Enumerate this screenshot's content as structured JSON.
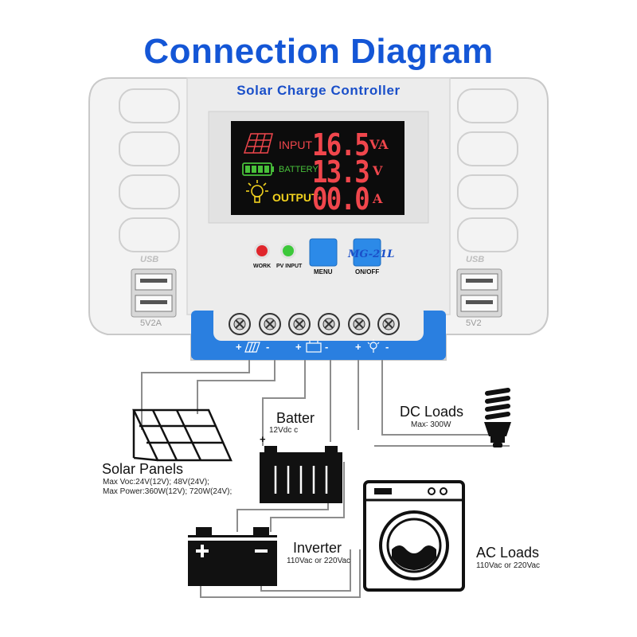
{
  "title": "Connection Diagram",
  "controller": {
    "title": "Solar Charge Controller",
    "model": "MG-21L",
    "display": {
      "rows": [
        {
          "label": "INPUT",
          "value": "16.5",
          "unit": "VA",
          "label_color": "#f0464c"
        },
        {
          "label": "BATTERY",
          "value": "13.3",
          "unit": "V",
          "label_color": "#48c03a"
        },
        {
          "label": "OUTPUT",
          "value": "00.0",
          "unit": "A",
          "label_color": "#f2d21e"
        }
      ]
    },
    "leds": [
      {
        "label": "WORK",
        "color": "#e0262c"
      },
      {
        "label": "PV INPUT",
        "color": "#3cc83a"
      }
    ],
    "buttons": [
      {
        "label": "MENU",
        "color": "#2c8ae8"
      },
      {
        "label": "ON/OFF",
        "color": "#2c8ae8"
      }
    ],
    "usb_left": {
      "logo": "USB",
      "voltage": "5V2A"
    },
    "usb_right": {
      "logo": "USB",
      "voltage": "5V2"
    },
    "terminal_signs": {
      "plus": "+",
      "minus": "-"
    }
  },
  "components": {
    "solar": {
      "name": "Solar Panels",
      "spec1": "Max Voc:24V(12V); 48V(24V);",
      "spec2": "Max Power:360W(12V); 720W(24V);"
    },
    "battery": {
      "name": "Batter",
      "spec": "12Vdc c"
    },
    "inverter": {
      "name": "Inverter",
      "spec": "110Vac or 220Vac"
    },
    "dc_loads": {
      "name": "DC Loads",
      "spec": "Max∶ 300W"
    },
    "ac_loads": {
      "name": "AC Loads",
      "spec": "110Vac or 220Vac"
    }
  },
  "colors": {
    "title": "#1456d6",
    "accent": "#2a7fe0",
    "lcd_bg": "#0c0c0c",
    "lcd_digits": "#f0464c",
    "body": "#f2f2f2"
  }
}
